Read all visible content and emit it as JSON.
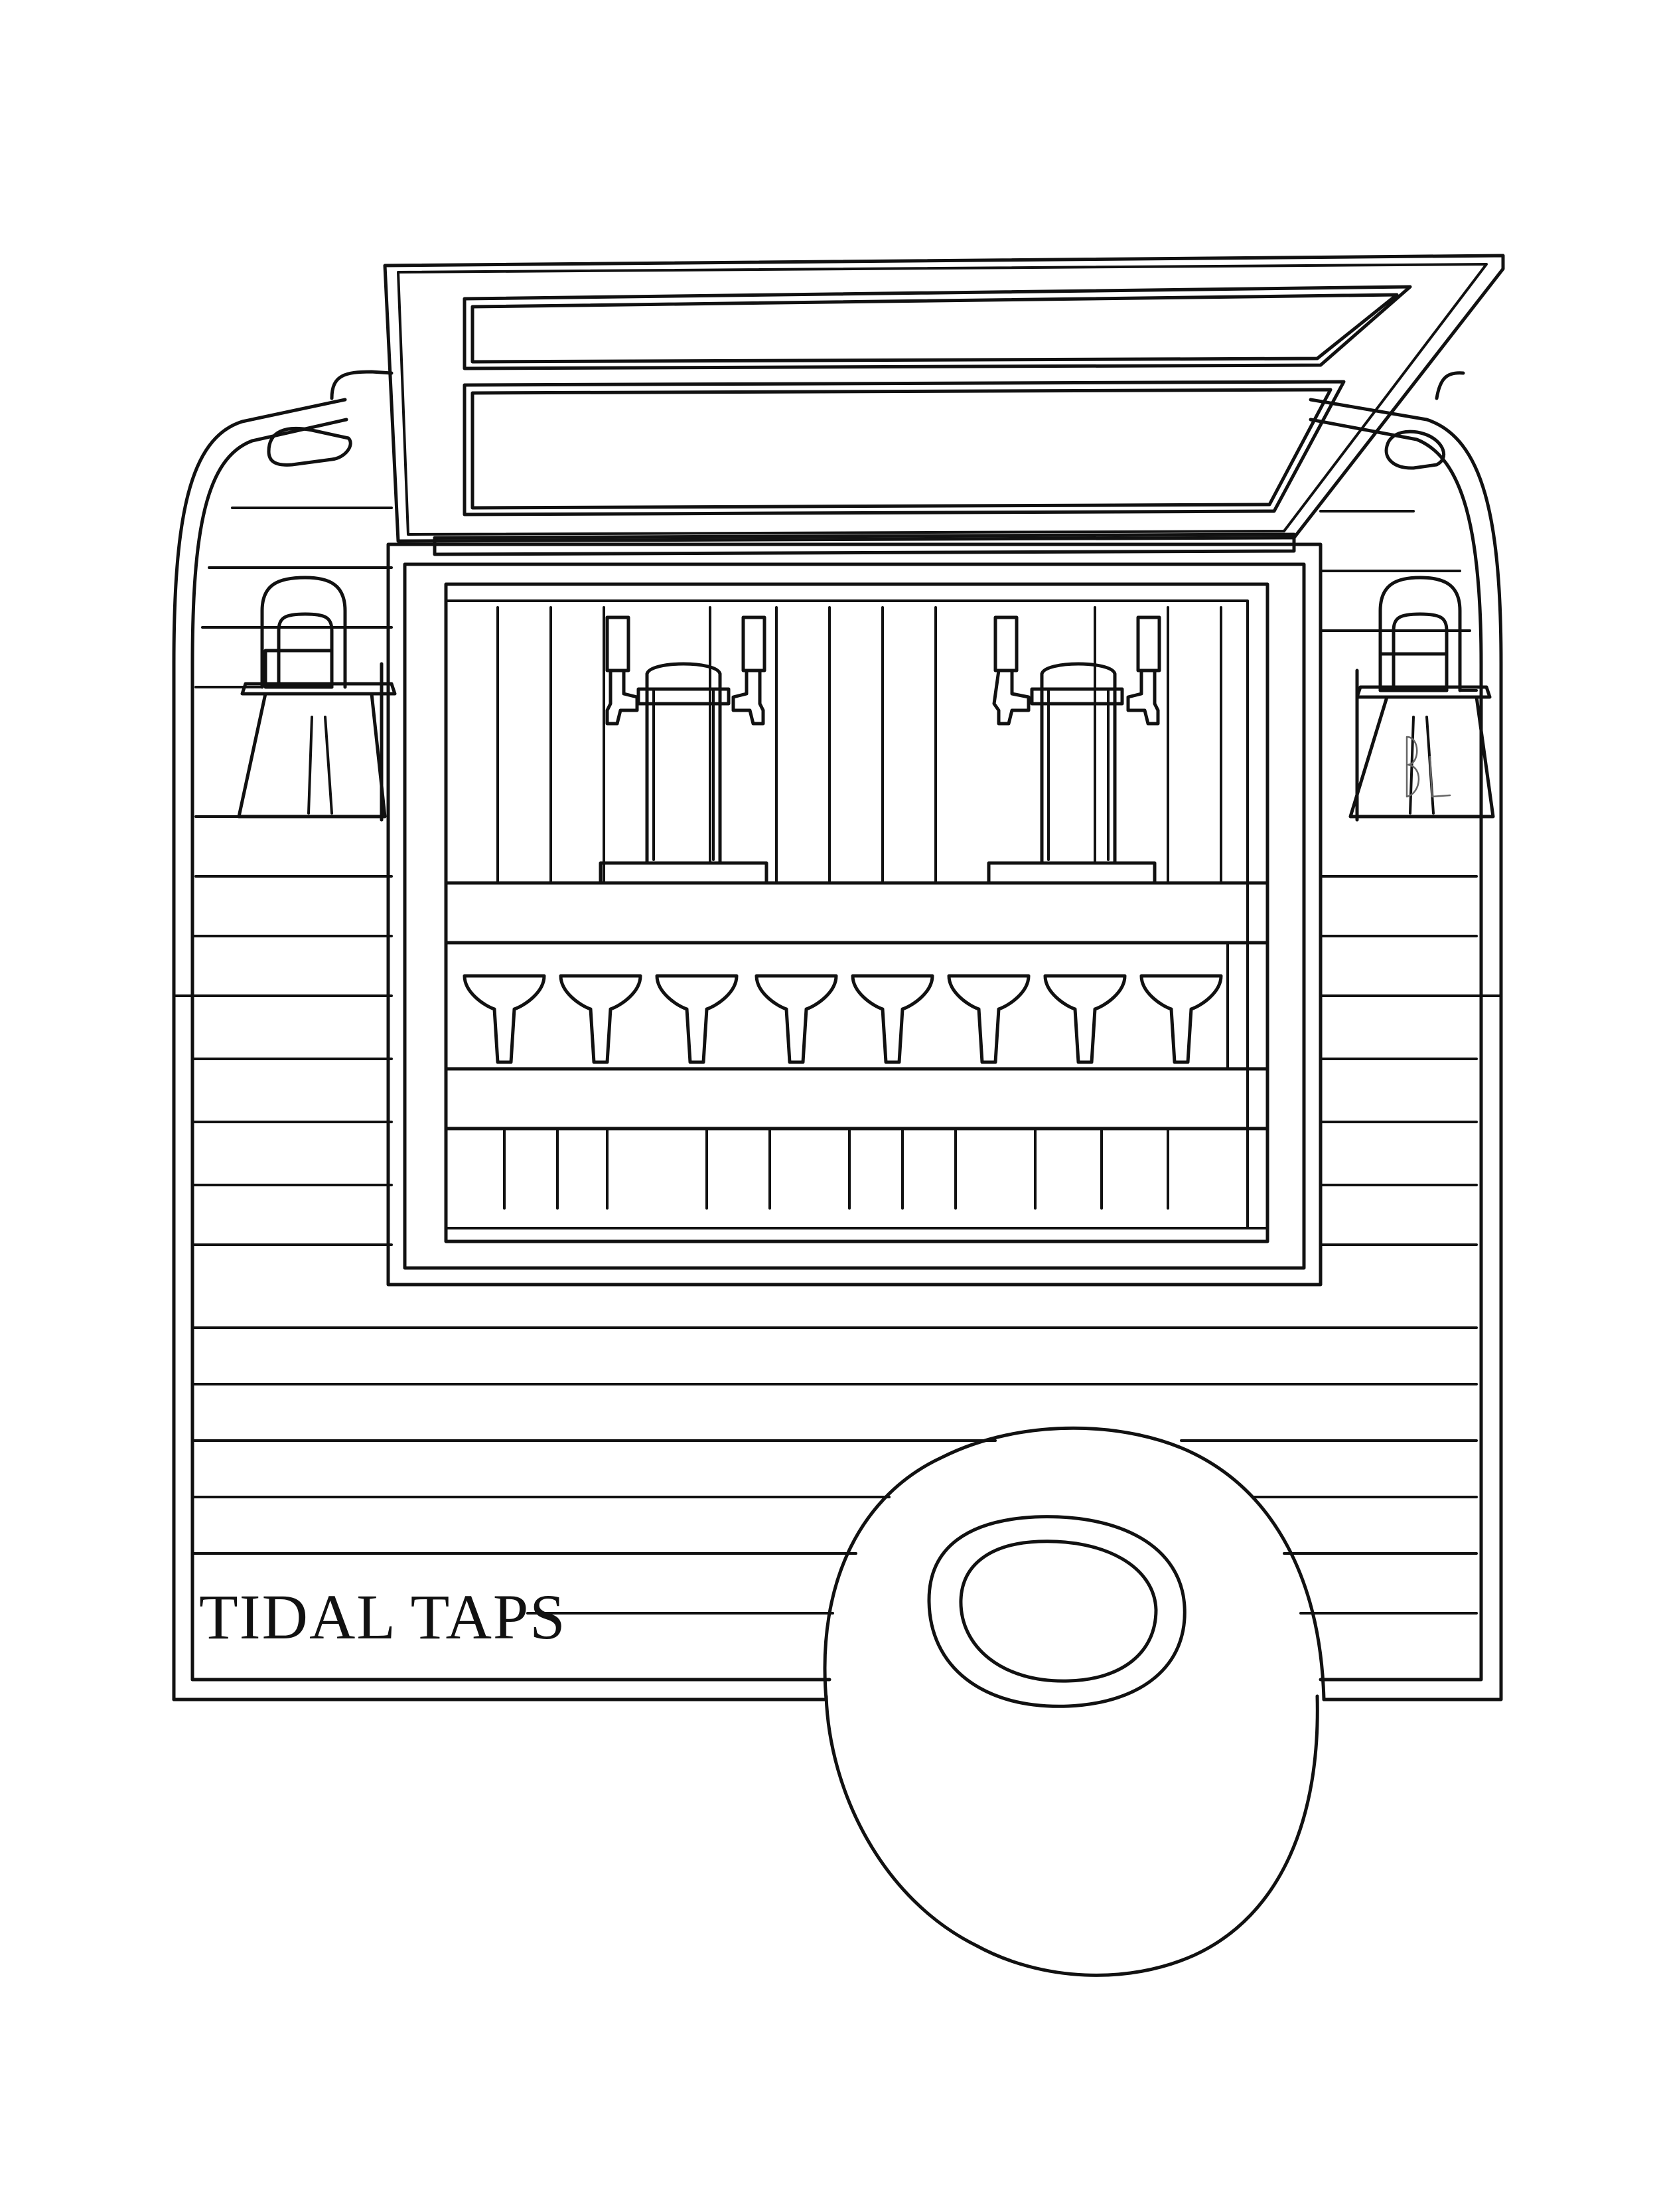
{
  "illustration": {
    "subject": "tap-trailer-line-drawing",
    "brand_name": "TIDAL TAPS",
    "stroke_color": "#111111",
    "background_color": "#ffffff",
    "tap_towers": 2,
    "taps_per_tower": 2,
    "glasses_count": 8,
    "lamps_count": 2,
    "artist_monogram": "BL"
  }
}
